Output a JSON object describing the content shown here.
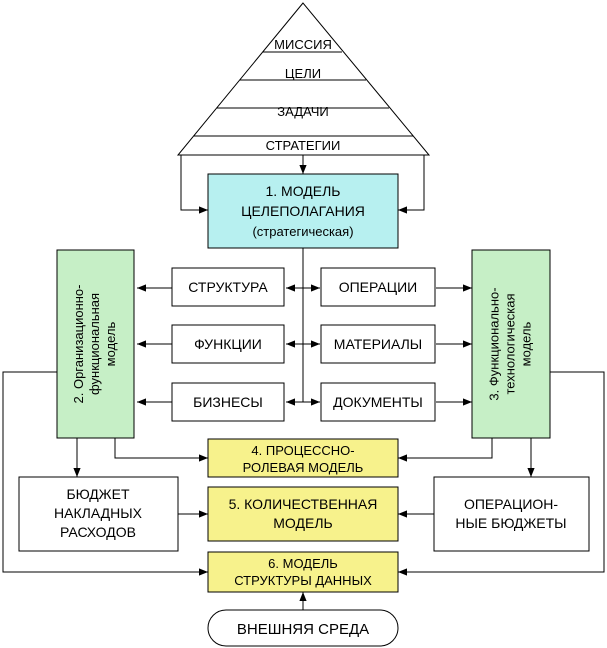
{
  "colors": {
    "cyan_box": "#b7f0f0",
    "green_box": "#c6efc6",
    "yellow_box": "#f7f28c",
    "white_box": "#ffffff",
    "line": "#000000"
  },
  "pyramid": {
    "levels": [
      "МИССИЯ",
      "ЦЕЛИ",
      "ЗАДАЧИ",
      "СТРАТЕГИИ"
    ]
  },
  "model1": {
    "line1": "1. МОДЕЛЬ",
    "line2": "ЦЕЛЕПОЛАГАНИЯ",
    "line3": "(стратегическая)"
  },
  "model2": {
    "line1": "2. Организационно-",
    "line2": "функциональная",
    "line3": "модель"
  },
  "model3": {
    "line1": "3. Функционально-",
    "line2": "технологическая",
    "line3": "модель"
  },
  "center_left": [
    "СТРУКТУРА",
    "ФУНКЦИИ",
    "БИЗНЕСЫ"
  ],
  "center_right": [
    "ОПЕРАЦИИ",
    "МАТЕРИАЛЫ",
    "ДОКУМЕНТЫ"
  ],
  "model4": {
    "line1": "4. ПРОЦЕССНО-",
    "line2": "РОЛЕВАЯ МОДЕЛЬ"
  },
  "model5": {
    "line1": "5. КОЛИЧЕСТВЕННАЯ",
    "line2": "МОДЕЛЬ"
  },
  "model6": {
    "line1": "6. МОДЕЛЬ",
    "line2": "СТРУКТУРЫ ДАННЫХ"
  },
  "budget_overhead": {
    "line1": "БЮДЖЕТ",
    "line2": "НАКЛАДНЫХ",
    "line3": "РАСХОДОВ"
  },
  "budget_operational": {
    "line1": "ОПЕРАЦИОН-",
    "line2": "НЫЕ БЮДЖЕТЫ"
  },
  "environment": {
    "label": "ВНЕШНЯЯ СРЕДА"
  }
}
